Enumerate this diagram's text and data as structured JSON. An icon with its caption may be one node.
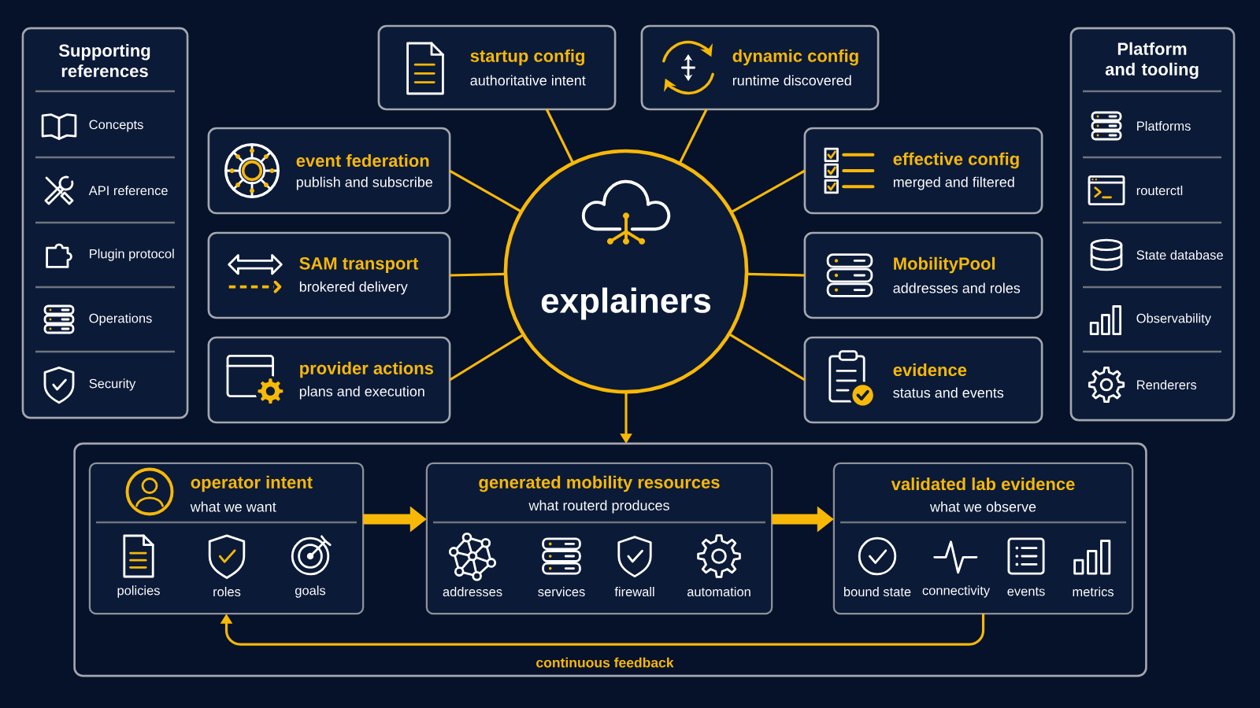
{
  "diagram": {
    "nodes": [
      {
        "text": [
          "Supporting references",
          "Concepts",
          "API reference",
          "Plugin protocol",
          "Operations",
          "Security"
        ]
      },
      {
        "text": [
          "startup config",
          "authoritative intent"
        ]
      },
      {
        "text": [
          "dynamic config",
          "runtime discovered"
        ]
      },
      {
        "text": [
          "Platform and tooling",
          "Platforms",
          "routerctl",
          "State database",
          "Observability",
          "Renderers"
        ]
      },
      {
        "text": [
          "event federation",
          "publish and subscribe"
        ]
      },
      {
        "text": [
          "explainers"
        ]
      },
      {
        "text": [
          "effective config",
          "merged and filtered"
        ]
      },
      {
        "text": [
          "SAM transport",
          "brokered delivery"
        ]
      },
      {
        "text": [
          "MobilityPool",
          "addresses and roles"
        ]
      },
      {
        "text": [
          "provider actions",
          "plans and execution"
        ]
      },
      {
        "text": [
          "evidence",
          "status and events"
        ]
      },
      {
        "text": [],
        "shape": "box"
      },
      {
        "text": [
          "operator intent",
          "what we want",
          "policies",
          "roles",
          "goals"
        ],
        "in": 11
      },
      {
        "text": [
          "generated mobility resources",
          "what routerd produces",
          "addresses",
          "services",
          "firewall",
          "automation"
        ],
        "in": 11
      },
      {
        "text": [
          "validated lab evidence",
          "what we observe",
          "bound state",
          "connectivity",
          "events",
          "metrics"
        ],
        "in": 11
      }
    ],
    "edges": [
      {
        "from": 5,
        "to": 1,
        "arrow": "none"
      },
      {
        "from": 5,
        "to": 2,
        "arrow": "none"
      },
      {
        "from": 5,
        "to": 4,
        "arrow": "none"
      },
      {
        "from": 5,
        "to": 6,
        "arrow": "none"
      },
      {
        "from": 5,
        "to": 7,
        "arrow": "none"
      },
      {
        "from": 5,
        "to": 8,
        "arrow": "none"
      },
      {
        "from": 5,
        "to": 9,
        "arrow": "none"
      },
      {
        "from": 5,
        "to": 10,
        "arrow": "none"
      },
      {
        "from": 5,
        "to": 11,
        "arrow": "to"
      },
      {
        "from": 12,
        "to": 13,
        "arrow": "to",
        "style": "thick"
      },
      {
        "from": 13,
        "to": 14,
        "arrow": "to",
        "style": "thick"
      },
      {
        "from": 14,
        "to": 12,
        "arrow": "to",
        "label": "continuous feedback"
      }
    ]
  }
}
